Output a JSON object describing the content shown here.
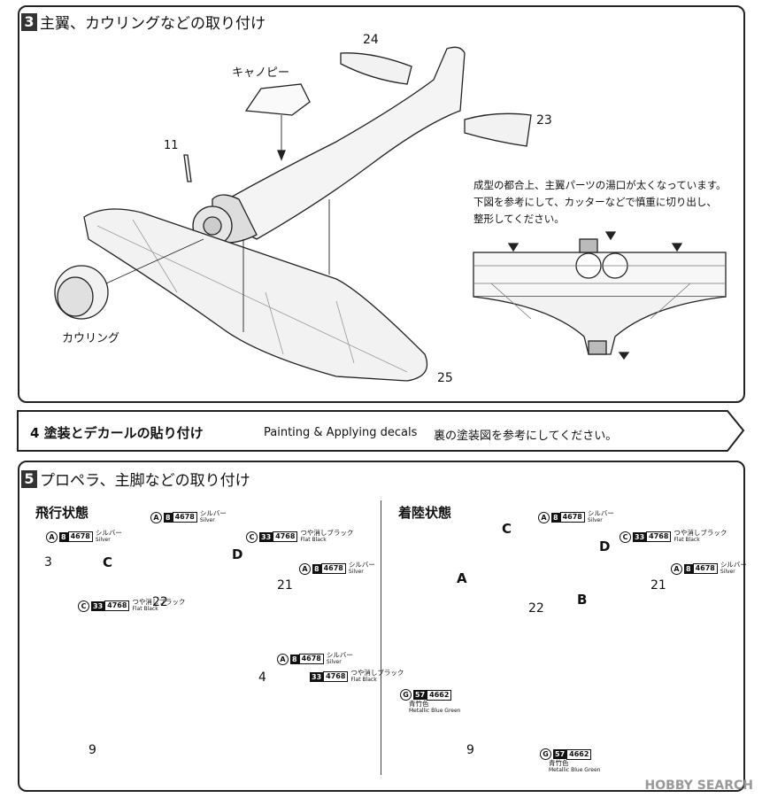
{
  "step3": {
    "number": "3",
    "title": "主翼、カウリングなどの取り付け",
    "labels": {
      "p24": "24",
      "canopy": "キャノピー",
      "p23": "23",
      "p11": "11",
      "cowling": "カウリング",
      "p25": "25"
    },
    "note": {
      "line1": "成型の都合上、主翼パーツの湯口が太くなっています。",
      "line2": "下図を参考にして、カッターなどで慎重に切り出し、",
      "line3": "整形してください。"
    }
  },
  "step4": {
    "title": "4 塗装とデカールの貼り付け",
    "english": "Painting & Applying decals",
    "instruction": "裏の塗装図を参考にしてください。"
  },
  "step5": {
    "number": "5",
    "title": "プロペラ、主脚などの取り付け",
    "flight": {
      "heading": "飛行状態",
      "labels": {
        "p3": "3",
        "C": "C",
        "D": "D",
        "p22": "22",
        "p21": "21",
        "p4": "4",
        "p9": "9"
      }
    },
    "landing": {
      "heading": "着陸状態",
      "labels": {
        "A": "A",
        "C": "C",
        "D": "D",
        "B": "B",
        "p22": "22",
        "p21": "21",
        "p9": "9"
      }
    },
    "colors": {
      "silver": {
        "circle": "A",
        "num": "8",
        "code": "4678",
        "jp": "シルバー",
        "en": "Silver"
      },
      "flat_black": {
        "circle": "C",
        "num": "33",
        "code": "4768",
        "jp": "つや消しブラック",
        "en": "Flat Black"
      },
      "blue_green": {
        "circle": "G",
        "num": "57",
        "code": "4662",
        "jp": "青竹色",
        "en": "Metallic Blue Green"
      }
    }
  },
  "watermark": "HOBBY SEARCH"
}
